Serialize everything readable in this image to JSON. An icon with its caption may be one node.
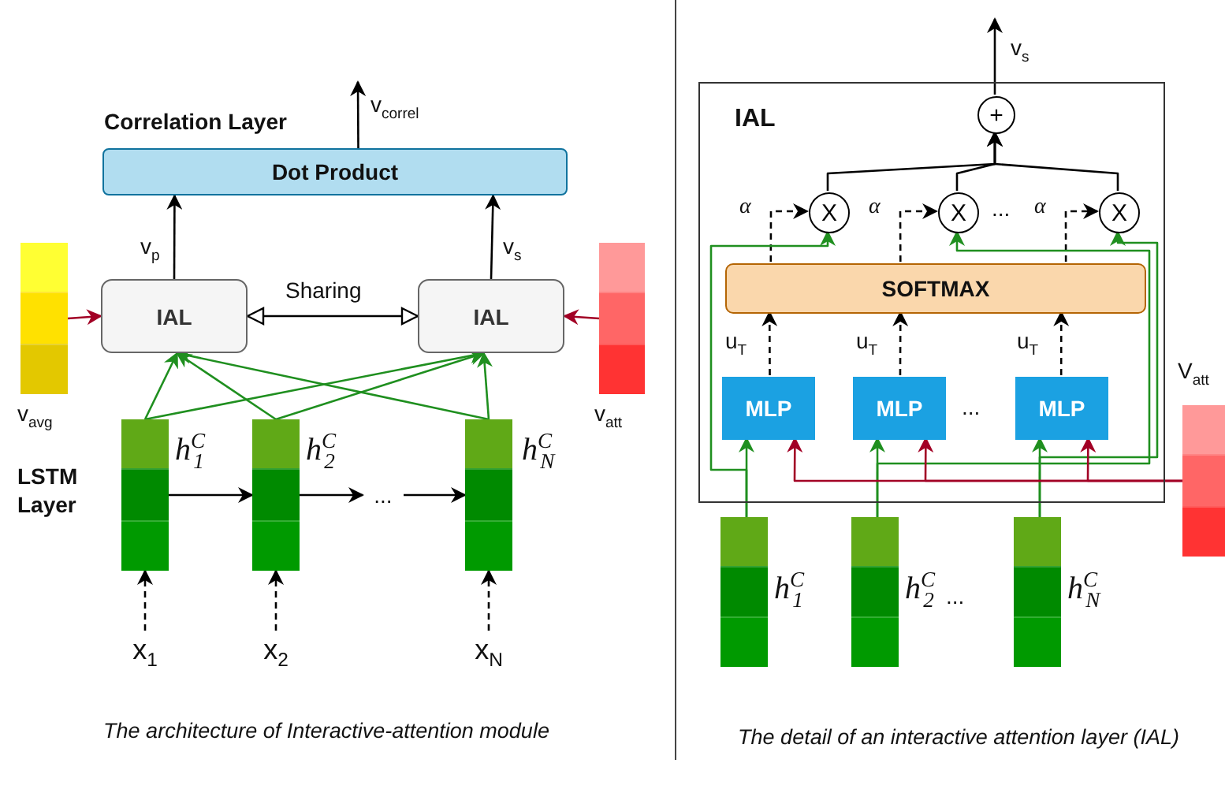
{
  "diagram": {
    "nodes": [
      {
        "text": [
          "Dot Product"
        ],
        "beside": [
          "Correlation Layer"
        ]
      },
      {
        "text": [
          "IAL"
        ]
      },
      {
        "text": [
          "IAL"
        ]
      },
      {
        "text": [],
        "shape": "bar",
        "beside": [
          "v$_{avg}$"
        ]
      },
      {
        "text": [],
        "shape": "bar",
        "beside": [
          "v$_{att}$"
        ]
      },
      {
        "text": [],
        "shape": "bar",
        "beside": [
          "h$^{C}$$_{1}$"
        ]
      },
      {
        "text": [],
        "shape": "bar",
        "beside": [
          "h$^{C}$$_{2}$"
        ]
      },
      {
        "text": [],
        "shape": "bar",
        "beside": [
          "h$^{C}$$_{N}$"
        ]
      },
      {
        "text": [
          "x$_{1}$"
        ]
      },
      {
        "text": [
          "x$_{2}$"
        ]
      },
      {
        "text": [
          "x$_{N}$"
        ]
      },
      {
        "text": [
          "..."
        ]
      },
      {
        "text": [
          "IAL"
        ]
      },
      {
        "text": [
          "+"
        ],
        "in": 12
      },
      {
        "text": [
          "X"
        ],
        "in": 12
      },
      {
        "text": [
          "X"
        ],
        "in": 12
      },
      {
        "text": [
          "X"
        ],
        "in": 12
      },
      {
        "text": [
          "SOFTMAX"
        ],
        "in": 12
      },
      {
        "text": [
          "MLP"
        ],
        "in": 12
      },
      {
        "text": [
          "MLP"
        ],
        "in": 12
      },
      {
        "text": [
          "MLP"
        ],
        "in": 12
      },
      {
        "text": [],
        "shape": "bar",
        "beside": [
          "h$^{C}$$_{1}$"
        ]
      },
      {
        "text": [],
        "shape": "bar",
        "beside": [
          "h$^{C}$$_{2}$"
        ]
      },
      {
        "text": [],
        "shape": "bar",
        "beside": [
          "h$^{C}$$_{N}$"
        ]
      },
      {
        "text": [],
        "shape": "bar",
        "beside": [
          "V$_{att}$"
        ]
      }
    ],
    "edges": [
      {
        "from": 0,
        "to": null,
        "arrow": "to",
        "label": "v$_{correl}$"
      },
      {
        "from": 1,
        "to": 0,
        "arrow": "to",
        "label": "v$_{p}$"
      },
      {
        "from": 2,
        "to": 0,
        "arrow": "to",
        "label": "v$_{s}$"
      },
      {
        "from": 1,
        "to": 2,
        "arrow": "both",
        "label": "Sharing"
      },
      {
        "from": 3,
        "to": 1,
        "arrow": "to",
        "color": "#a20025"
      },
      {
        "from": 4,
        "to": 2,
        "arrow": "to",
        "color": "#a20025"
      },
      {
        "from": 5,
        "to": 1,
        "arrow": "to",
        "color": "#1f8f1f"
      },
      {
        "from": 5,
        "to": 2,
        "arrow": "to",
        "color": "#1f8f1f"
      },
      {
        "from": 6,
        "to": 1,
        "arrow": "to",
        "color": "#1f8f1f"
      },
      {
        "from": 6,
        "to": 2,
        "arrow": "to",
        "color": "#1f8f1f"
      },
      {
        "from": 7,
        "to": 1,
        "arrow": "to",
        "color": "#1f8f1f"
      },
      {
        "from": 7,
        "to": 2,
        "arrow": "to",
        "color": "#1f8f1f"
      },
      {
        "from": 5,
        "to": 6,
        "arrow": "to"
      },
      {
        "from": 6,
        "to": 11,
        "arrow": "to"
      },
      {
        "from": 11,
        "to": 7,
        "arrow": "to"
      },
      {
        "from": 8,
        "to": 5,
        "arrow": "to",
        "style": "dashed"
      },
      {
        "from": 9,
        "to": 6,
        "arrow": "to",
        "style": "dashed"
      },
      {
        "from": 10,
        "to": 7,
        "arrow": "to",
        "style": "dashed"
      },
      {
        "from": 13,
        "to": null,
        "arrow": "to",
        "label": "v$_{s}$"
      },
      {
        "from": 14,
        "to": 13,
        "arrow": "to"
      },
      {
        "from": 15,
        "to": 13,
        "arrow": "to"
      },
      {
        "from": 16,
        "to": 13,
        "arrow": "to"
      },
      {
        "from": 17,
        "to": 14,
        "arrow": "to",
        "style": "dashed",
        "label": "α"
      },
      {
        "from": 17,
        "to": 15,
        "arrow": "to",
        "style": "dashed",
        "label": "α"
      },
      {
        "from": 17,
        "to": 16,
        "arrow": "to",
        "style": "dashed",
        "label": "α"
      },
      {
        "from": 18,
        "to": 17,
        "arrow": "to",
        "style": "dashed",
        "label": "u$_{T}$"
      },
      {
        "from": 19,
        "to": 17,
        "arrow": "to",
        "style": "dashed",
        "label": "u$_{T}$"
      },
      {
        "from": 20,
        "to": 17,
        "arrow": "to",
        "style": "dashed",
        "label": "u$_{T}$"
      },
      {
        "from": 21,
        "to": 18,
        "arrow": "to",
        "color": "#1f8f1f"
      },
      {
        "from": 22,
        "to": 19,
        "arrow": "to",
        "color": "#1f8f1f"
      },
      {
        "from": 23,
        "to": 20,
        "arrow": "to",
        "color": "#1f8f1f"
      },
      {
        "from": 21,
        "to": 14,
        "arrow": "to",
        "color": "#1f8f1f"
      },
      {
        "from": 22,
        "to": 15,
        "arrow": "to",
        "color": "#1f8f1f"
      },
      {
        "from": 23,
        "to": 16,
        "arrow": "to",
        "color": "#1f8f1f"
      },
      {
        "from": 24,
        "to": 18,
        "arrow": "to",
        "color": "#a20025"
      },
      {
        "from": 24,
        "to": 19,
        "arrow": "to",
        "color": "#a20025"
      },
      {
        "from": 24,
        "to": 20,
        "arrow": "to",
        "color": "#a20025"
      }
    ],
    "labels": [
      "LSTM Layer",
      "The architecture of Interactive-attention module",
      "...",
      "...",
      "...",
      "The detail of an interactive attention layer (IAL)"
    ]
  }
}
